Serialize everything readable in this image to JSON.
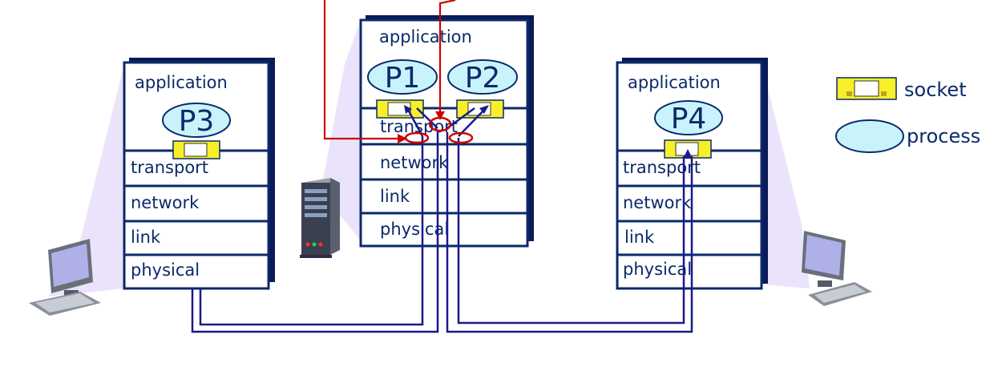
{
  "hosts": [
    {
      "id": "left-host",
      "layers": [
        "application",
        "transport",
        "network",
        "link",
        "physical"
      ],
      "processes": [
        "P3"
      ]
    },
    {
      "id": "server",
      "layers": [
        "application",
        "transport",
        "network",
        "link",
        "physical"
      ],
      "processes": [
        "P1",
        "P2"
      ]
    },
    {
      "id": "right-host",
      "layers": [
        "application",
        "transport",
        "network",
        "link",
        "physical"
      ],
      "processes": [
        "P4"
      ]
    }
  ],
  "legend": {
    "socket_label": "socket",
    "process_label": "process"
  },
  "colors": {
    "stack_border": "#0a2a6a",
    "stack_shadow": "#0a1a5a",
    "socket_fill": "#f7ef2a",
    "process_fill": "#c9f3fb",
    "network_line": "#1a1a8a",
    "demux_line": "#cc0000",
    "shading": "#ebe3fb"
  }
}
